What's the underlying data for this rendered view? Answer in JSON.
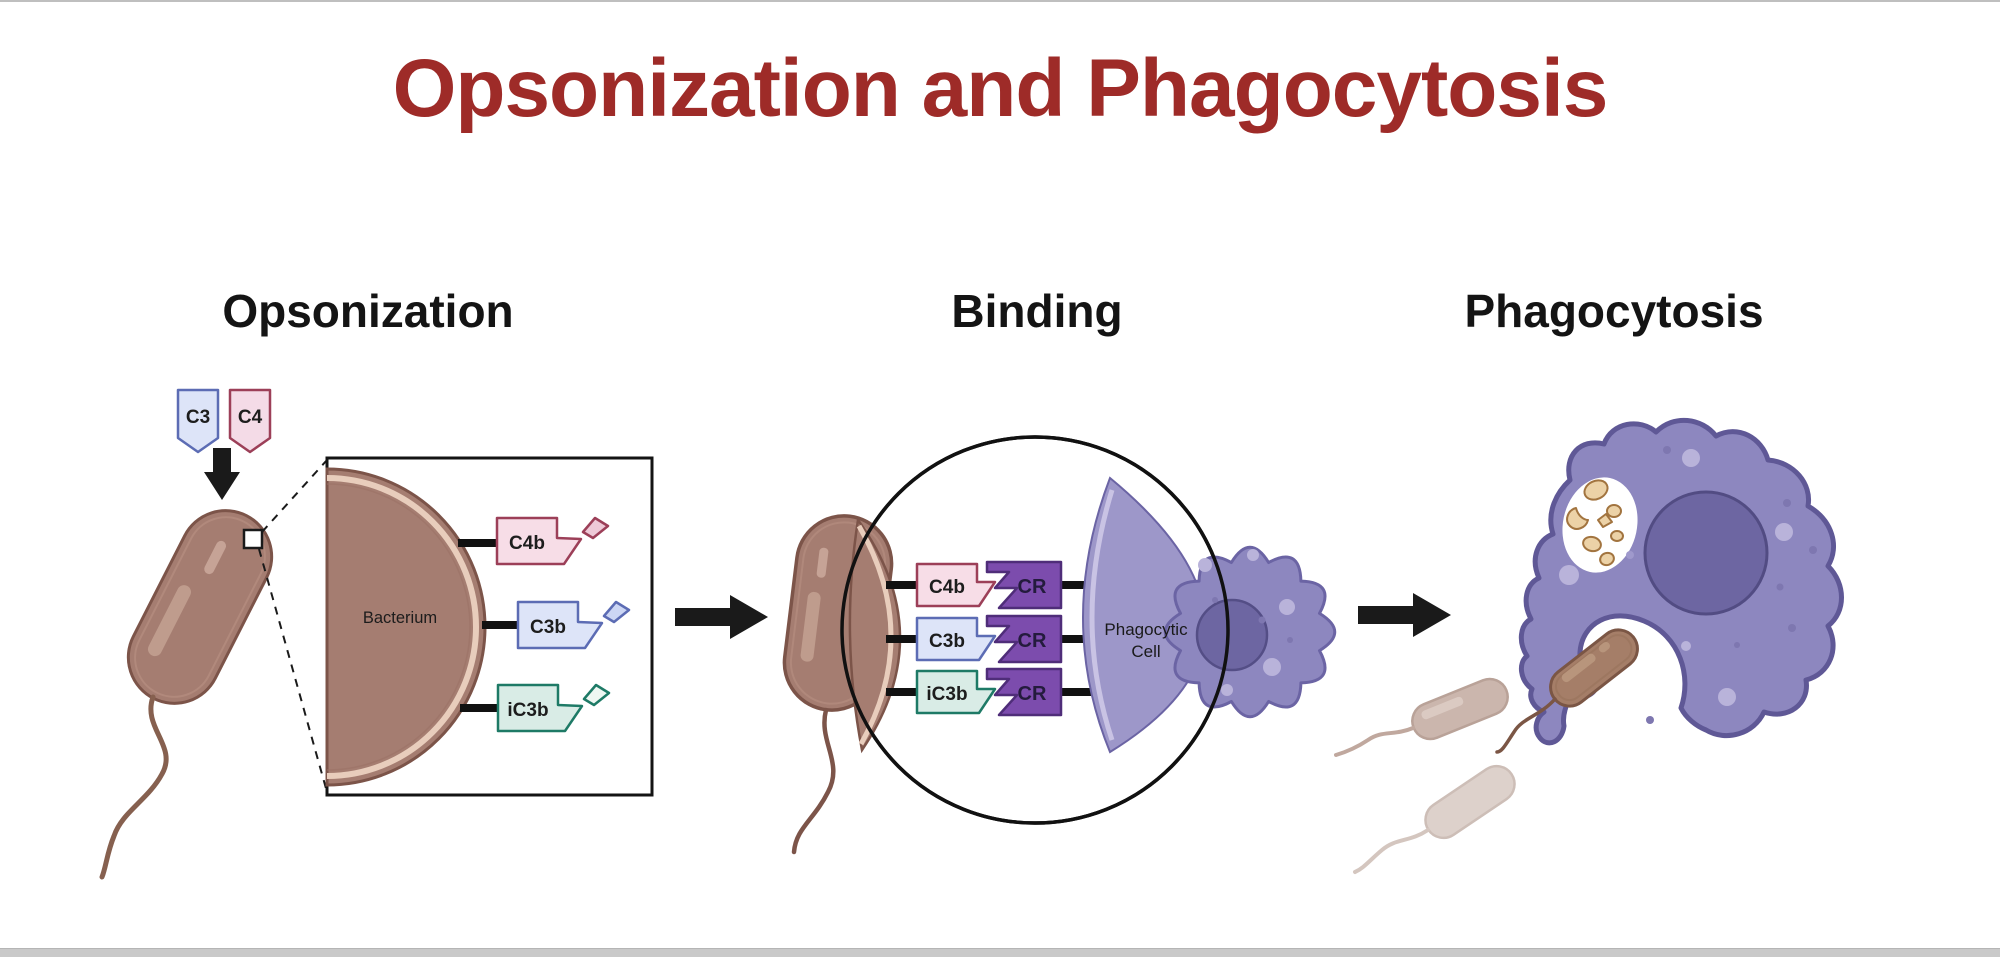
{
  "page": {
    "title": "Opsonization and Phagocytosis",
    "title_color": "#9e2b28",
    "background": "#ffffff"
  },
  "sections": {
    "opsonization": {
      "heading": "Opsonization"
    },
    "binding": {
      "heading": "Binding"
    },
    "phagocytosis": {
      "heading": "Phagocytosis"
    }
  },
  "opsonization": {
    "opsonins": [
      {
        "label": "C3",
        "fill": "#dde4f8",
        "border": "#5c6cb4"
      },
      {
        "label": "C4",
        "fill": "#f4dbe7",
        "border": "#9c3f58"
      }
    ],
    "detail_box": {
      "membrane_label": "Bacterium",
      "fragments": [
        {
          "label": "C4b",
          "fill": "#f7dde7",
          "border": "#9c3f58"
        },
        {
          "label": "C3b",
          "fill": "#dde4f8",
          "border": "#5c6cb4"
        },
        {
          "label": "iC3b",
          "fill": "#d9ece6",
          "border": "#1e7a66"
        }
      ]
    }
  },
  "binding": {
    "receptor_label": "CR",
    "receptor_fill": "#7c4cad",
    "receptor_border": "#4f2d79",
    "cell_label": [
      "Phagocytic",
      "Cell"
    ],
    "pairs": [
      {
        "ligand": "C4b"
      },
      {
        "ligand": "C3b"
      },
      {
        "ligand": "iC3b"
      }
    ]
  },
  "colors": {
    "bacterium_fill": "#a57d71",
    "bacterium_border": "#7c5449",
    "faded_bacterium_fill": "#cbb6ad",
    "phagocyte_fill": "#8d87bf",
    "phagocyte_border": "#5f5896",
    "nucleus_fill": "#6d66a2",
    "phagosome_fragment_fill": "#ecd2a7",
    "arrow": "#1a1a1a"
  }
}
